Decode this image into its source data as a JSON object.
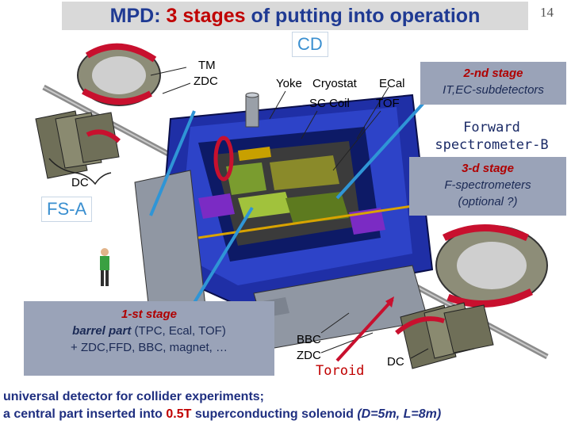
{
  "title": {
    "prefix": "MPD:",
    "highlight": "3 stages",
    "suffix": "of putting into operation"
  },
  "page_number": "14",
  "labels": {
    "cd": "CD",
    "fs_a": "FS-A",
    "tm": "TM",
    "zdc_left": "ZDC",
    "yoke": "Yoke",
    "cryostat": "Cryostat",
    "ecal": "ECal",
    "sc_coil": "SC Coil",
    "tof": "TOF",
    "dc_left": "DC",
    "bbc": "BBC",
    "zdc_right": "ZDC",
    "dc_right": "DC",
    "toroid": "Toroid"
  },
  "forward_spectrometer": {
    "line1": "Forward",
    "line2": "spectrometer-B"
  },
  "stage2": {
    "head": "2-nd stage",
    "body": "IT,EC-subdetectors"
  },
  "stage3": {
    "head": "3-d stage",
    "line1": "F-spectrometers",
    "line2": "(optional ?)"
  },
  "stage1": {
    "head": "1-st stage",
    "line1_bold": "barrel part",
    "line1_rest": "(TPC, Ecal, TOF)",
    "line2": "+ ZDC,FFD, BBC, magnet, …"
  },
  "bottom": {
    "line1": "universal detector for collider experiments;",
    "line2_prefix": "a central part inserted into",
    "field": "0.5T",
    "line2_mid": "superconducting solenoid",
    "dims": "(D=5m, L=8m)"
  },
  "colors": {
    "title_blue": "#1f3a93",
    "accent_red": "#c00000",
    "magnet_blue": "#1f2fa6",
    "stage_box": "#9aa3b8"
  }
}
